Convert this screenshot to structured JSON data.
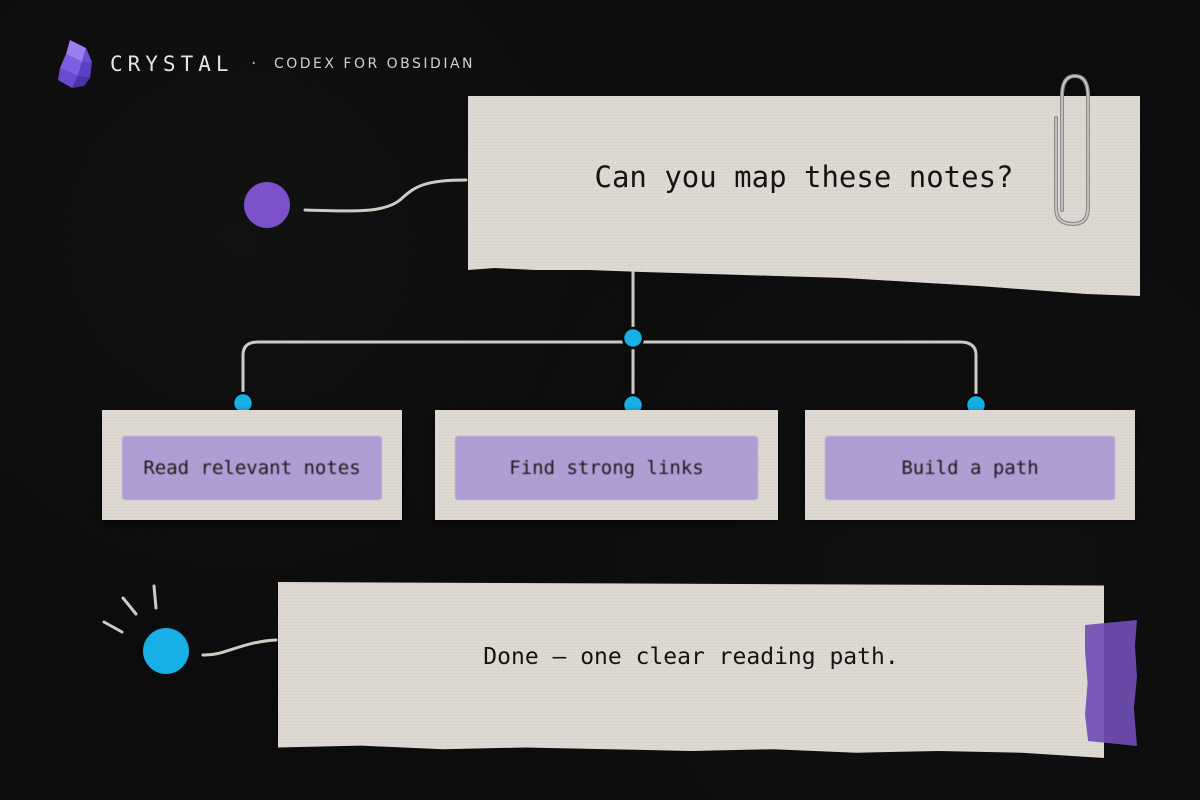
{
  "header": {
    "brand": "CRYSTAL",
    "separator": "·",
    "tagline": "CODEX FOR OBSIDIAN"
  },
  "question": {
    "text": "Can you map these notes?"
  },
  "steps": [
    {
      "label": "Read relevant notes"
    },
    {
      "label": "Find strong links"
    },
    {
      "label": "Build a path"
    }
  ],
  "result": {
    "text": "Done — one clear reading path."
  },
  "colors": {
    "background": "#0a0a0b",
    "paper": "#dedad3",
    "highlight": "#aa98d4",
    "accent_purple": "#7b52c9",
    "accent_blue": "#18aee6",
    "tape": "#704eb4"
  }
}
